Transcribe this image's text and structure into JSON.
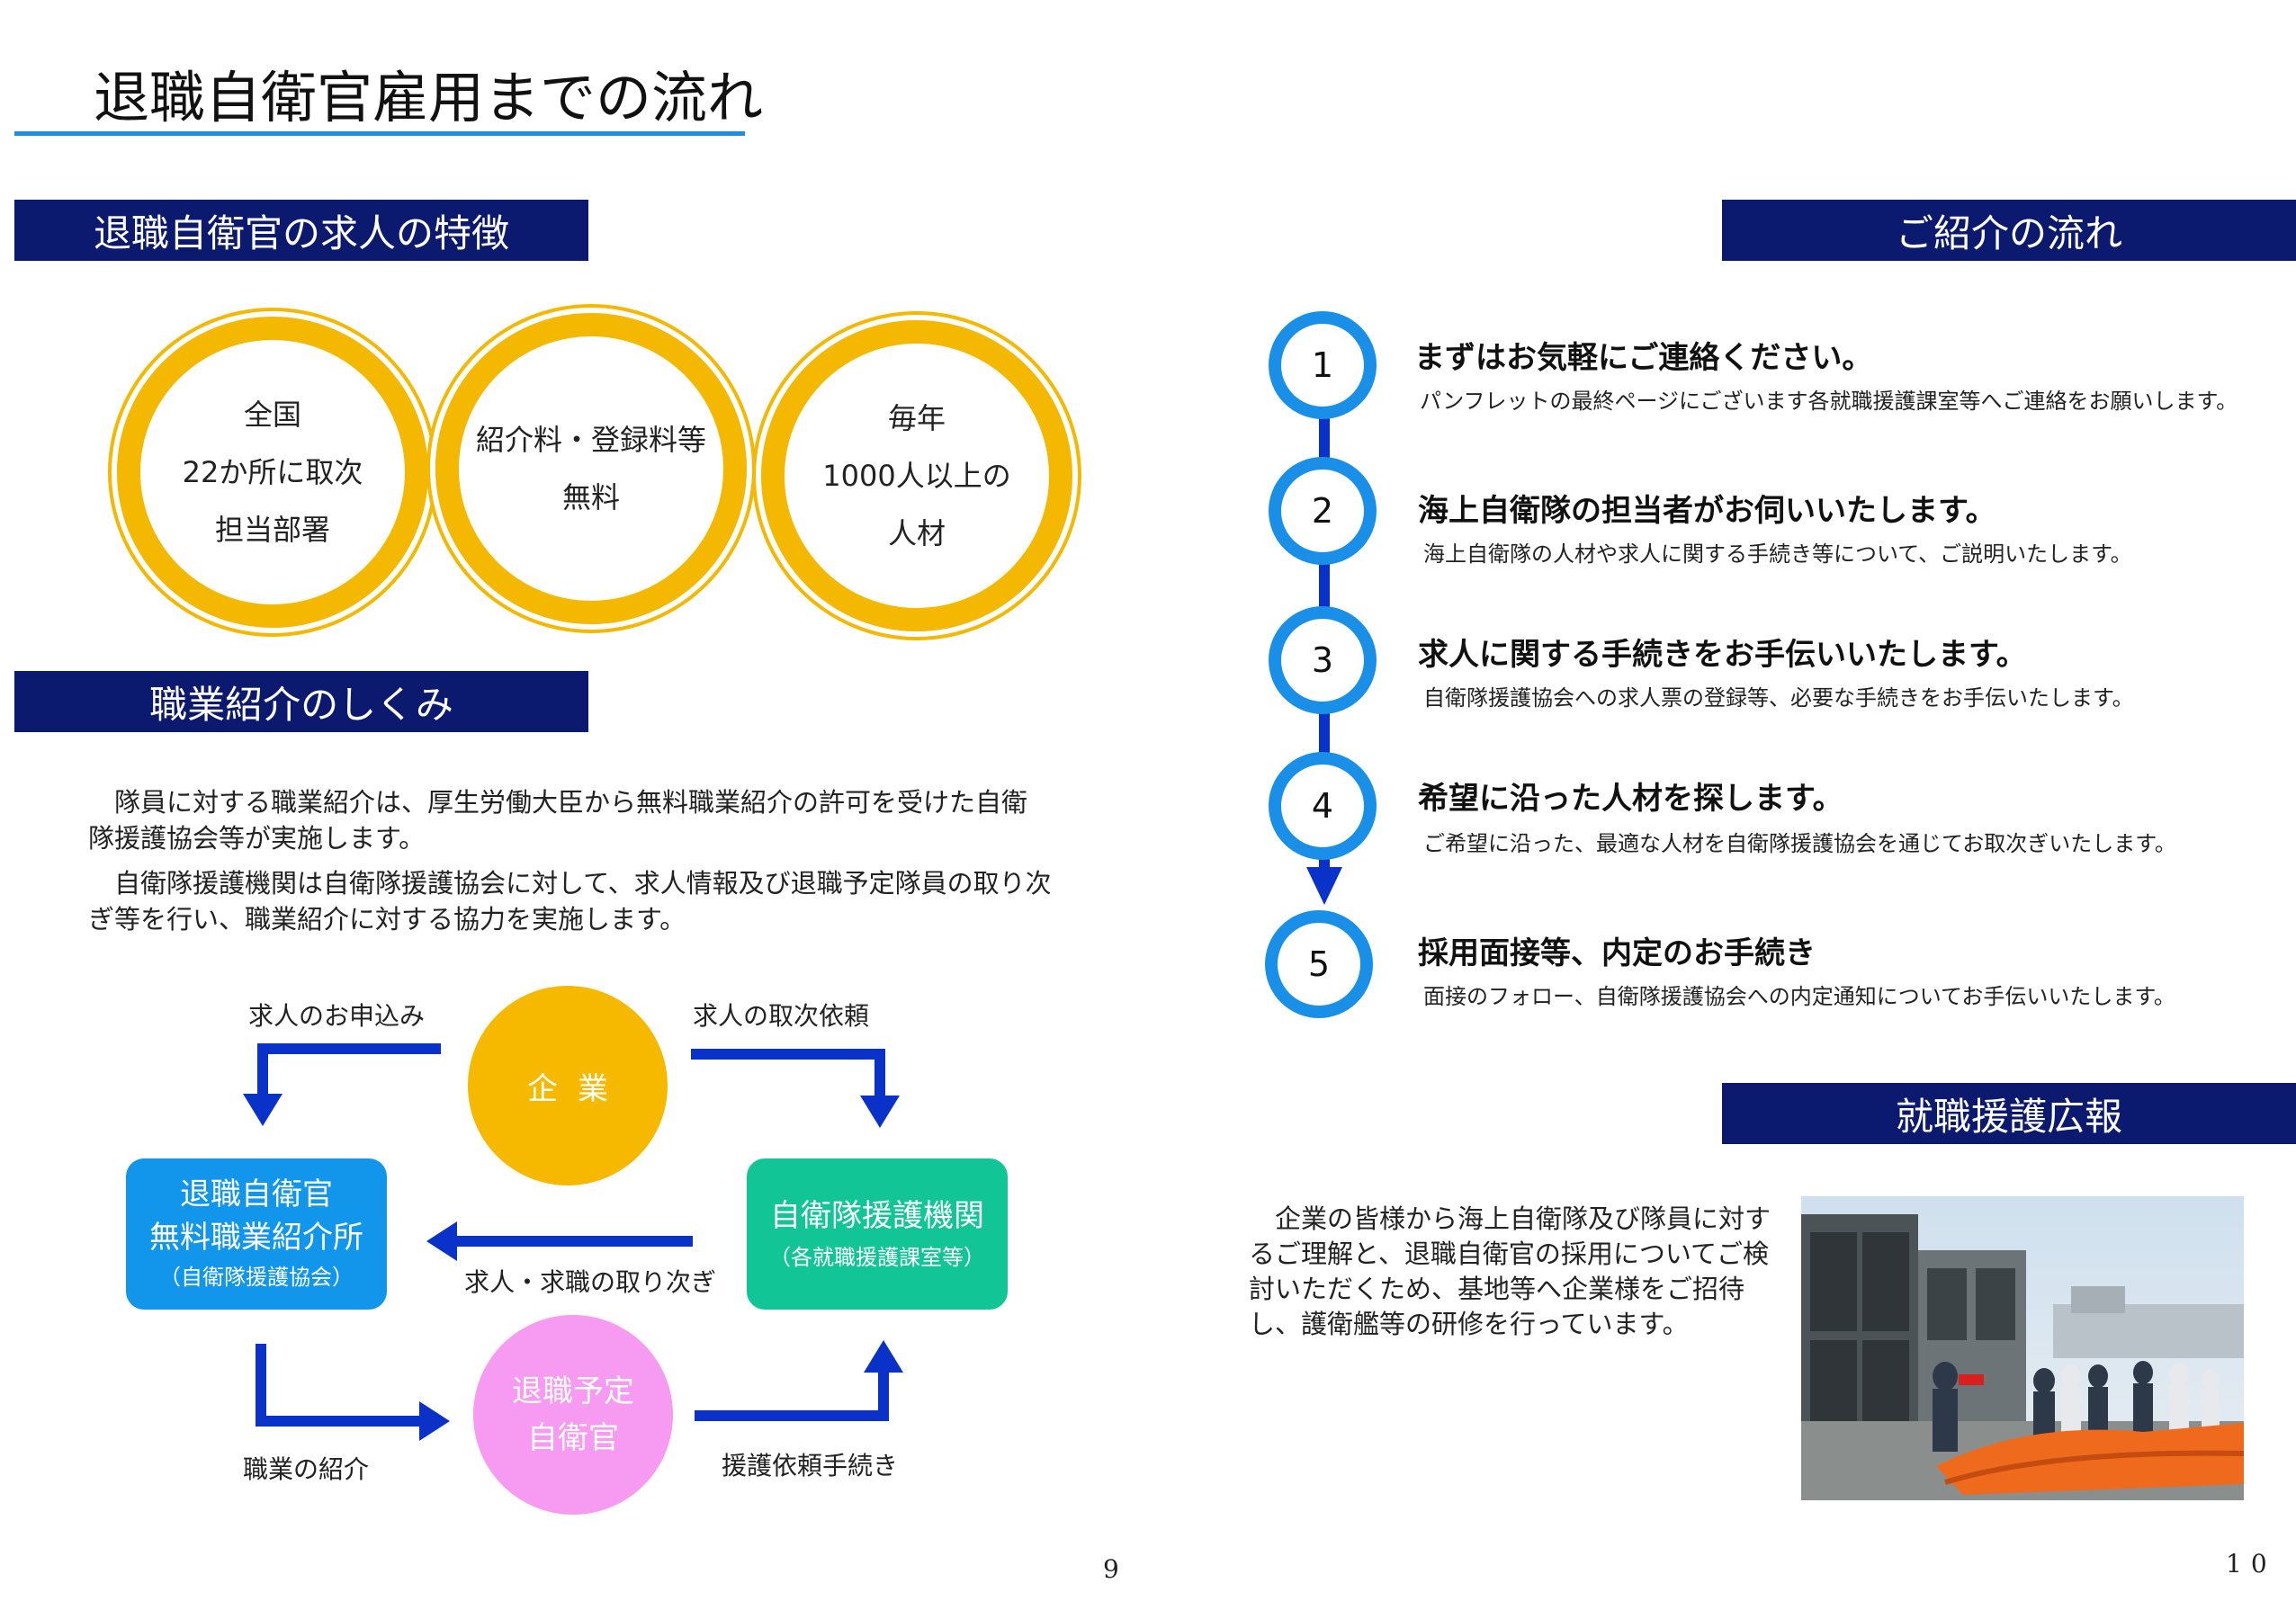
{
  "title": "退職自衛官雇用までの流れ",
  "features": {
    "header": "退職自衛官の求人の特徴",
    "items": [
      {
        "lines": [
          "全国",
          "22か所に取次",
          "担当部署"
        ]
      },
      {
        "lines": [
          "紹介料・登録料等",
          "無料"
        ]
      },
      {
        "lines": [
          "毎年",
          "1000人以上の",
          "人材"
        ]
      }
    ]
  },
  "system": {
    "header": "職業紹介のしくみ",
    "paragraphs": [
      "隊員に対する職業紹介は、厚生労働大臣から無料職業紹介の許可を受けた自衛隊援護協会等が実施します。",
      "自衛隊援護機関は自衛隊援護協会に対して、求人情報及び退職予定隊員の取り次ぎ等を行い、職業紹介に対する協力を実施します。"
    ]
  },
  "diagram": {
    "company": "企業",
    "office": {
      "line1": "退職自衛官",
      "line2": "無料職業紹介所",
      "sub": "（自衛隊援護協会）"
    },
    "org": {
      "line1": "自衛隊援護機関",
      "sub": "（各就職援護課室等）"
    },
    "retiree": {
      "line1": "退職予定",
      "line2": "自衛官"
    },
    "labels": {
      "apply": "求人のお申込み",
      "relay_request": "求人の取次依頼",
      "relay": "求人・求職の取り次ぎ",
      "introduce": "職業の紹介",
      "support_proc": "援護依頼手続き"
    },
    "colors": {
      "company": "#f6b900",
      "office": "#1196ec",
      "org": "#12c596",
      "retiree": "#f79af2",
      "arrow": "#0a32c8"
    }
  },
  "flow": {
    "header": "ご紹介の流れ",
    "steps": [
      {
        "num": "1",
        "title": "まずはお気軽にご連絡ください。",
        "desc": "パンフレットの最終ページにございます各就職援護課室等へご連絡をお願いします。"
      },
      {
        "num": "2",
        "title": "海上自衛隊の担当者がお伺いいたします。",
        "desc": "海上自衛隊の人材や求人に関する手続き等について、ご説明いたします。"
      },
      {
        "num": "3",
        "title": "求人に関する手続きをお手伝いいたします。",
        "desc": "自衛隊援護協会への求人票の登録等、必要な手続きをお手伝いたします。"
      },
      {
        "num": "4",
        "title": "希望に沿った人材を探します。",
        "desc": "ご希望に沿った、最適な人材を自衛隊援護協会を通じてお取次ぎいたします。"
      },
      {
        "num": "5",
        "title": "採用面接等、内定のお手続き",
        "desc": "面接のフォロー、自衛隊援護協会への内定通知についてお手伝いいたします。"
      }
    ]
  },
  "pr": {
    "header": "就職援護広報",
    "text": "企業の皆様から海上自衛隊及び隊員に対するご理解と、退職自衛官の採用についてご検討いただくため、基地等へ企業様をご招待し、護衛艦等の研修を行っています。"
  },
  "pages": {
    "left": "9",
    "right": "10"
  }
}
